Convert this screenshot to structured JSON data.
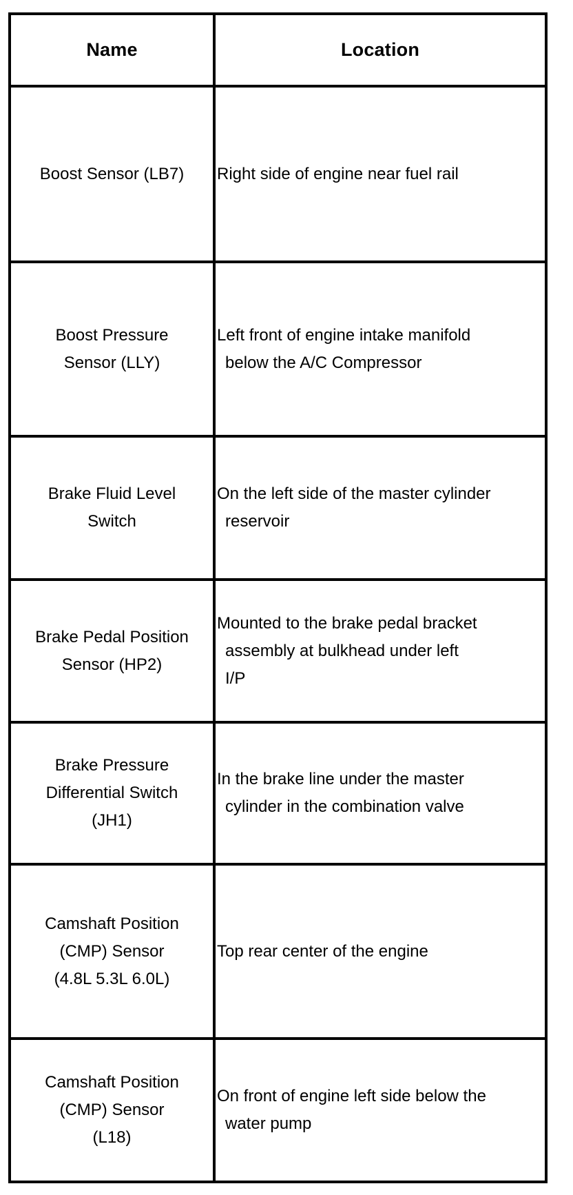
{
  "table": {
    "headers": [
      "Name",
      "Location"
    ],
    "rows": [
      {
        "name": "Boost Sensor (LB7)",
        "location": "Right side of engine near fuel rail"
      },
      {
        "name": "Boost Pressure\nSensor (LLY)",
        "location": "Left front of engine intake manifold\nbelow the A/C Compressor"
      },
      {
        "name": "Brake Fluid Level\nSwitch",
        "location": "On the left side of the master cylinder\nreservoir"
      },
      {
        "name": "Brake Pedal Position\nSensor (HP2)",
        "location": "Mounted to the brake pedal bracket\nassembly at bulkhead under left\nI/P"
      },
      {
        "name": "Brake Pressure\nDifferential Switch\n(JH1)",
        "location": "In the brake line under the master\ncylinder in the combination valve"
      },
      {
        "name": "Camshaft Position\n(CMP) Sensor\n(4.8L 5.3L 6.0L)",
        "location": "Top rear center of the engine"
      },
      {
        "name": "Camshaft Position\n(CMP) Sensor\n(L18)",
        "location": "On front of engine left side below the\nwater pump"
      }
    ],
    "colors": {
      "border": "#000000",
      "text": "#000000",
      "background": "#ffffff"
    }
  }
}
